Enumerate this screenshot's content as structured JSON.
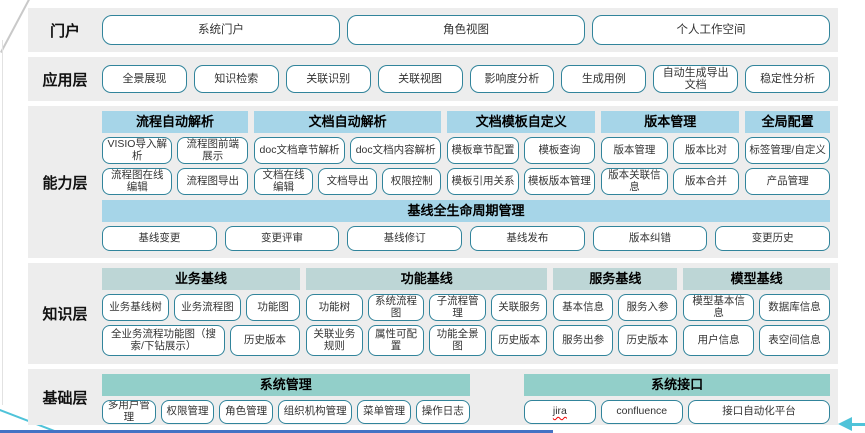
{
  "colors": {
    "band_bg": "#EDEDED",
    "button_border": "#31849B",
    "button_text": "#333333",
    "capability_header": "#A6D5E8",
    "knowledge_header": "#BDD6D6",
    "foundation_header": "#92CFC9",
    "bottom_line_blue": "#4472C4",
    "accent_cyan": "#4FC3D9",
    "edge_gray": "#C9C9C9"
  },
  "layers": [
    {
      "id": "portal",
      "label": "门户",
      "buttons": [
        "系统门户",
        "角色视图",
        "个人工作空间"
      ]
    },
    {
      "id": "app",
      "label": "应用层",
      "buttons": [
        "全景展现",
        "知识检索",
        "关联识别",
        "关联视图",
        "影响度分析",
        "生成用例",
        "自动生成导出文档",
        "稳定性分析"
      ]
    },
    {
      "id": "capability",
      "label": "能力层",
      "groups": [
        {
          "header": "流程自动解析",
          "rows": [
            [
              "VISIO导入解析",
              "流程图前端展示"
            ],
            [
              "流程图在线编辑",
              "流程图导出"
            ]
          ]
        },
        {
          "header": "文档自动解析",
          "rows": [
            [
              "doc文档章节解析",
              "doc文档内容解析"
            ],
            [
              "文档在线编辑",
              "文档导出",
              "权限控制"
            ]
          ]
        },
        {
          "header": "文档模板自定义",
          "rows": [
            [
              "模板章节配置",
              "模板查询"
            ],
            [
              "模板引用关系",
              "模板版本管理"
            ]
          ]
        },
        {
          "header": "版本管理",
          "rows": [
            [
              "版本管理",
              "版本比对"
            ],
            [
              "版本关联信息",
              "版本合并"
            ]
          ]
        },
        {
          "header": "全局配置",
          "rows": [
            [
              "标签管理/自定义"
            ],
            [
              "产品管理"
            ]
          ]
        }
      ],
      "baseline": {
        "header": "基线全生命周期管理",
        "buttons": [
          "基线变更",
          "变更评审",
          "基线修订",
          "基线发布",
          "版本纠错",
          "变更历史"
        ]
      }
    },
    {
      "id": "knowledge",
      "label": "知识层",
      "groups": [
        {
          "header": "业务基线",
          "rows": [
            [
              "业务基线树",
              "业务流程图",
              "功能图"
            ],
            [
              "全业务流程功能图（搜索/下钻展示）",
              "历史版本"
            ]
          ]
        },
        {
          "header": "功能基线",
          "rows": [
            [
              "功能树",
              "系统流程图",
              "子流程管理",
              "关联服务"
            ],
            [
              "关联业务规则",
              "属性可配置",
              "功能全景图",
              "历史版本"
            ]
          ]
        },
        {
          "header": "服务基线",
          "rows": [
            [
              "基本信息",
              "服务入参"
            ],
            [
              "服务出参",
              "历史版本"
            ]
          ]
        },
        {
          "header": "模型基线",
          "rows": [
            [
              "模型基本信息",
              "数据库信息"
            ],
            [
              "用户信息",
              "表空间信息"
            ]
          ]
        }
      ]
    },
    {
      "id": "foundation",
      "label": "基础层",
      "groups": [
        {
          "header": "系统管理",
          "rows": [
            [
              "多用户管理",
              "权限管理",
              "角色管理",
              "组织机构管理",
              "菜单管理",
              "操作日志"
            ]
          ]
        },
        {
          "header": "系统接口",
          "rows": [
            [
              "jira",
              "confluence",
              "接口自动化平台"
            ]
          ],
          "spellcheck": "jira"
        }
      ]
    }
  ]
}
